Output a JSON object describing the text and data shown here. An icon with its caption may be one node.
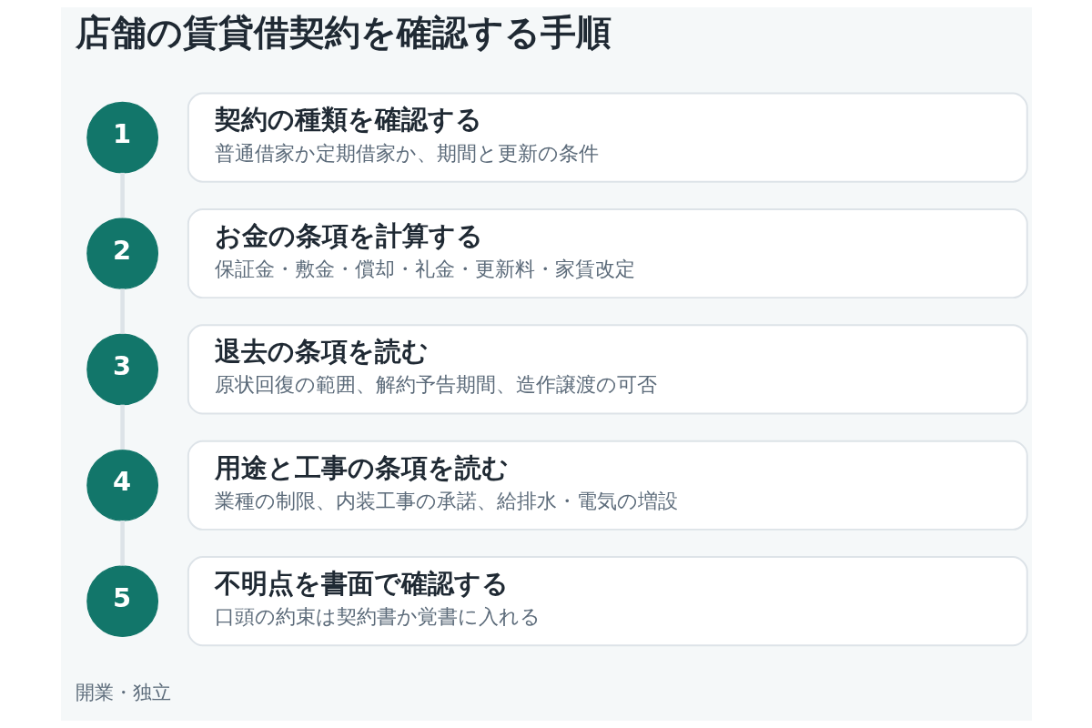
{
  "diagram": {
    "title": "店舗の賃貸借契約を確認する手順",
    "nodes": [
      {
        "text": [
          "1"
        ]
      },
      {
        "text": [
          "契約の種類を確認する",
          "普通借家か定期借家か、期間と更新の条件"
        ]
      },
      {
        "text": [
          "2"
        ]
      },
      {
        "text": [
          "お金の条項を計算する",
          "保証金・敷金・償却・礼金・更新料・家賃改定"
        ]
      },
      {
        "text": [
          "3"
        ]
      },
      {
        "text": [
          "退去の条項を読む",
          "原状回復の範囲、解約予告期間、造作譲渡の可否"
        ]
      },
      {
        "text": [
          "4"
        ]
      },
      {
        "text": [
          "用途と工事の条項を読む",
          "業種の制限、内装工事の承諾、給排水・電気の増設"
        ]
      },
      {
        "text": [
          "5"
        ]
      },
      {
        "text": [
          "不明点を書面で確認する",
          "口頭の約束は契約書か覚書に入れる"
        ]
      }
    ],
    "edges": [
      {
        "from": 0,
        "to": 2,
        "arrow": "none"
      },
      {
        "from": 2,
        "to": 4,
        "arrow": "none"
      },
      {
        "from": 4,
        "to": 6,
        "arrow": "none"
      },
      {
        "from": 6,
        "to": 8,
        "arrow": "none"
      }
    ],
    "labels": [
      "開業・独立"
    ]
  }
}
